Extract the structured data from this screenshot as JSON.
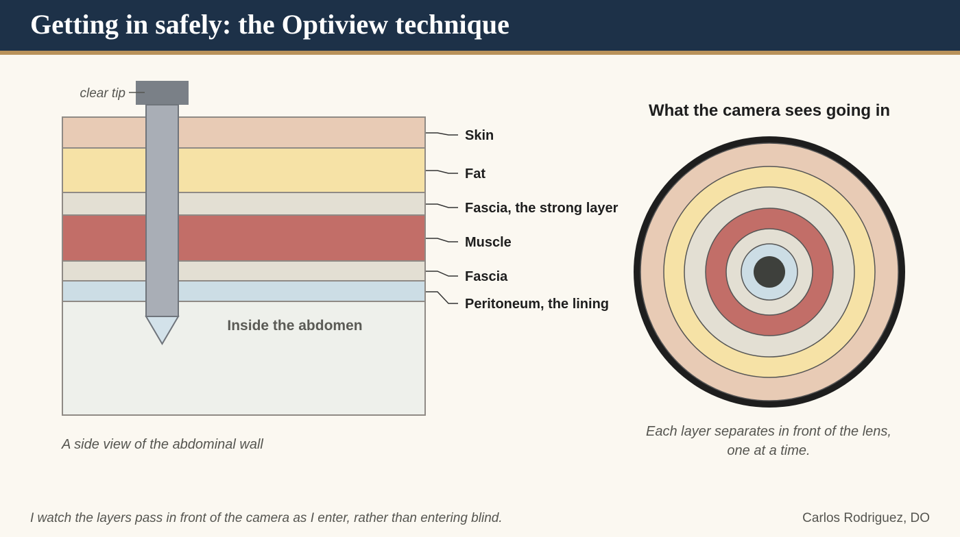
{
  "header": {
    "title": "Getting in safely: the Optiview technique"
  },
  "side_view": {
    "trocar_label": "clear tip",
    "cavity_label": "Inside the abdomen",
    "caption": "A side view of the abdominal wall",
    "layers": [
      {
        "label": "Skin",
        "color": "#e8cbb5"
      },
      {
        "label": "Fat",
        "color": "#f6e2a6"
      },
      {
        "label": "Fascia, the strong layer",
        "color": "#e3dfd3"
      },
      {
        "label": "Muscle",
        "color": "#c26e68"
      },
      {
        "label": "Fascia",
        "color": "#e3dfd3"
      },
      {
        "label": "Peritoneum, the lining",
        "color": "#ccdde5"
      }
    ],
    "cavity_color": "#eef0eb"
  },
  "camera_view": {
    "title": "What the camera sees going in",
    "caption_line1": "Each layer separates in front of the lens,",
    "caption_line2": "one at a time.",
    "ring_colors": [
      "#e8cbb5",
      "#f6e2a6",
      "#e3dfd3",
      "#c26e68",
      "#e3dfd3",
      "#ccdde5"
    ],
    "center_color": "#3e403c",
    "rim_color": "#1e1e1e"
  },
  "footer": {
    "note": "I watch the layers pass in front of the camera as I enter, rather than entering blind.",
    "author": "Carlos Rodriguez, DO"
  }
}
